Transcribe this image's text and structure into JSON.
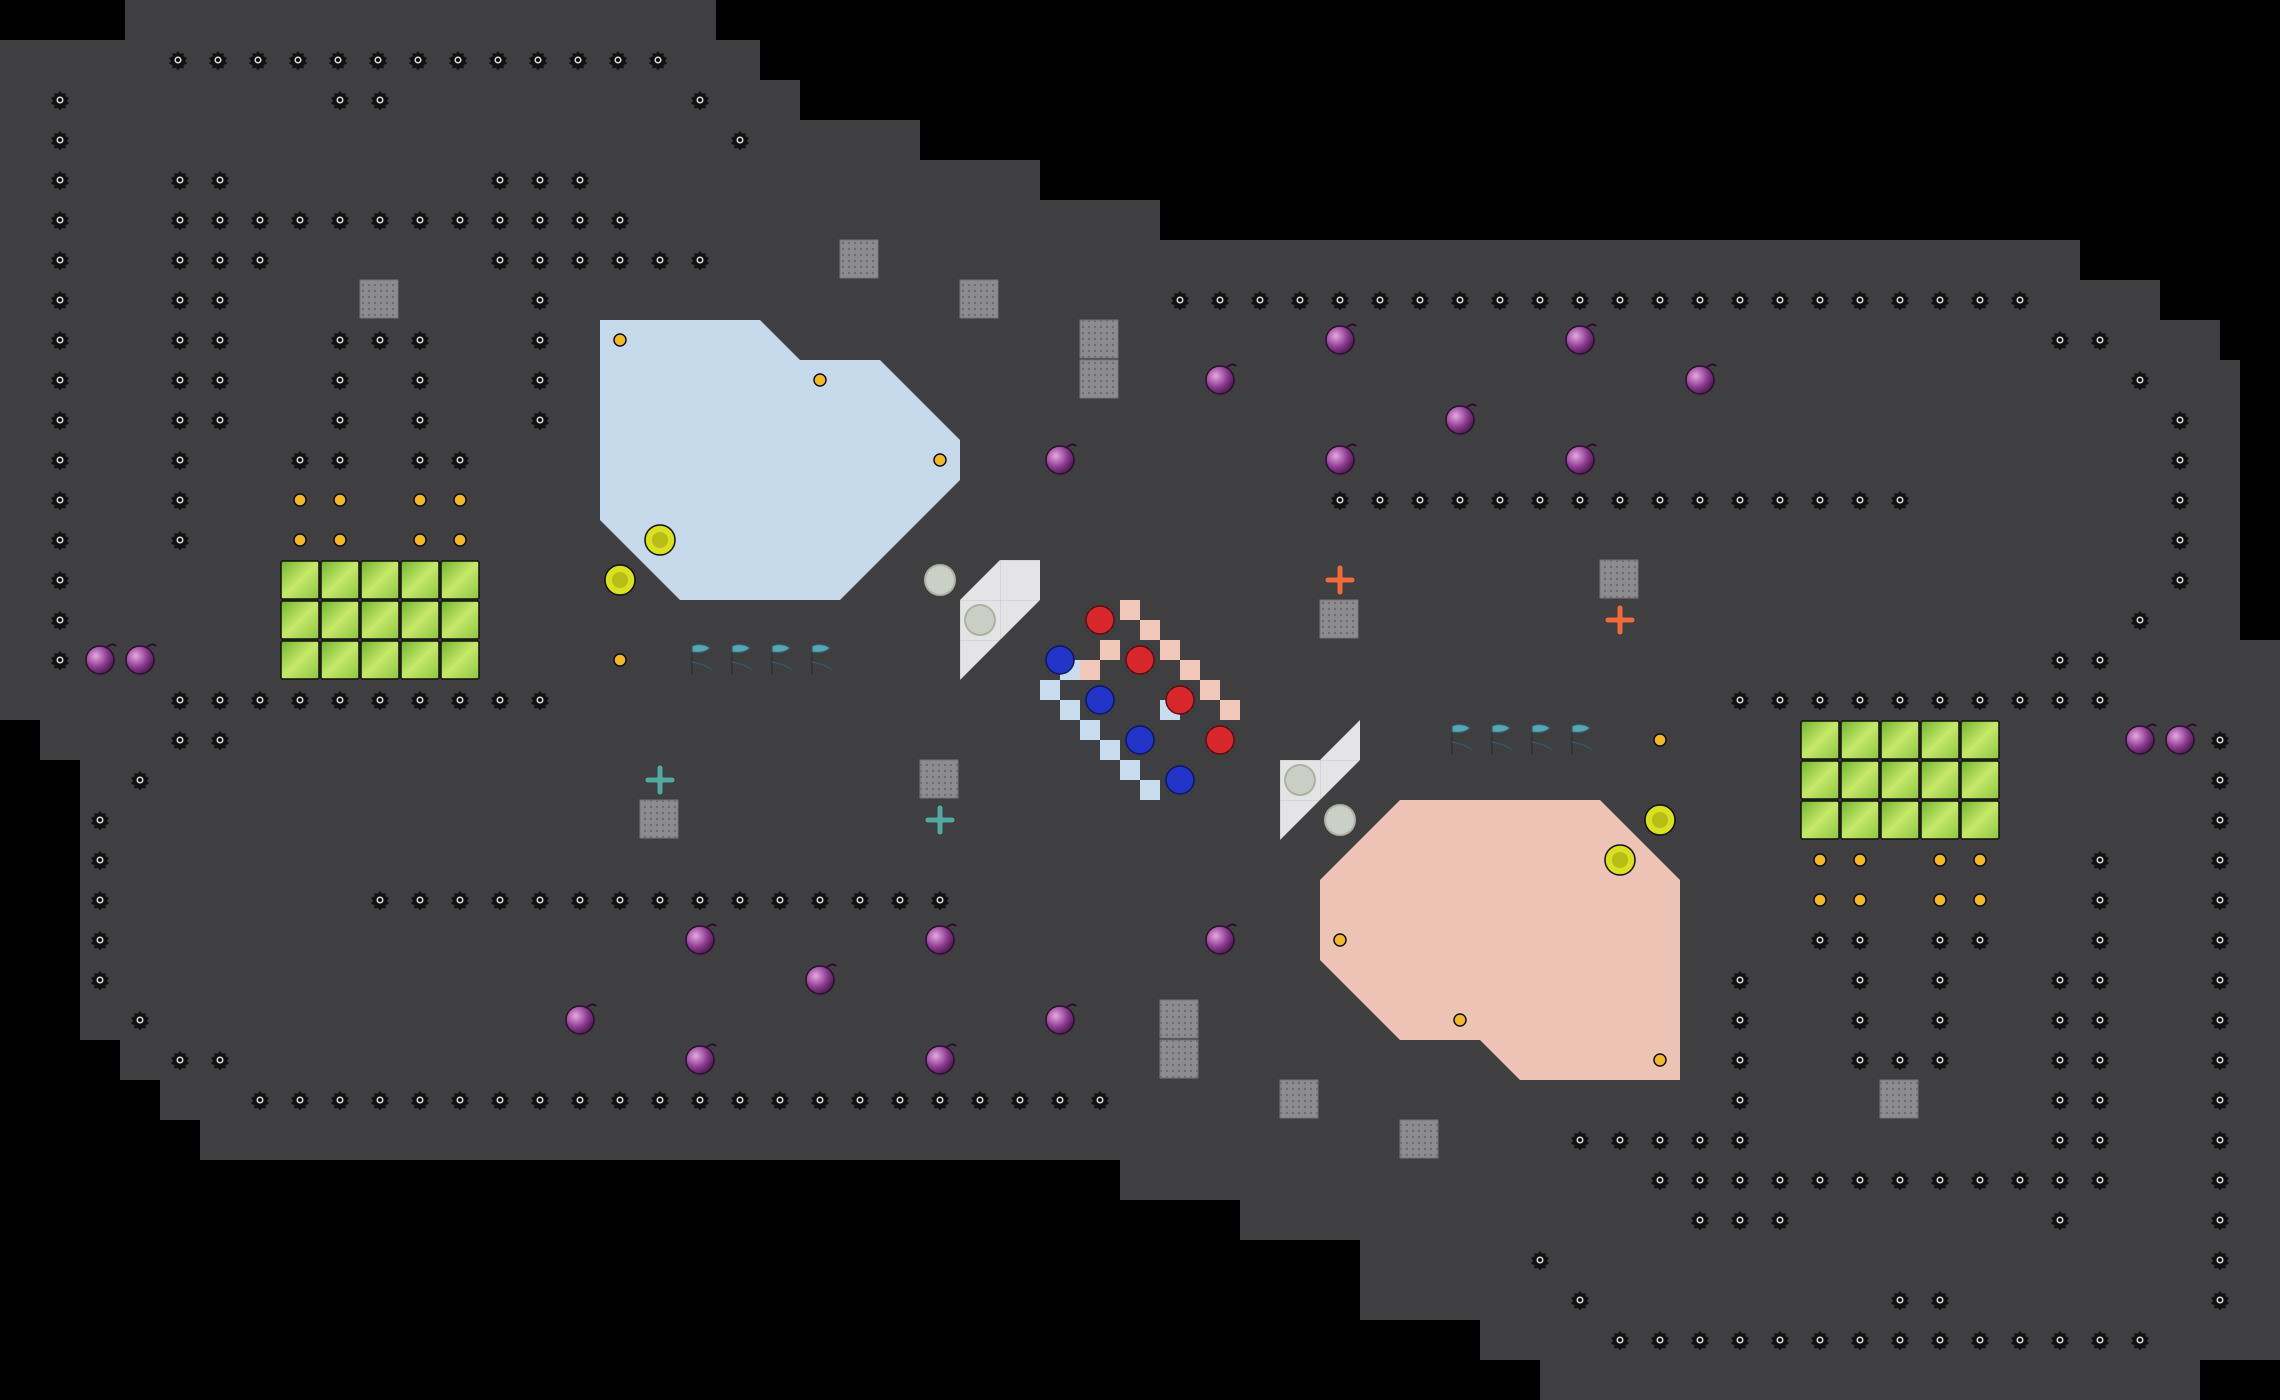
{
  "game": {
    "type": "capture-the-flag-map"
  },
  "colors": {
    "background": "#000000",
    "wall": "#3f3f42",
    "wall_edge": "#2a2a2c",
    "floor": "#e4e4e6",
    "grid": "#cfcfd2",
    "spike": "#111111",
    "bomb": "#8a3a8e",
    "boost_yellow": "#d9e021",
    "token": "#f2b92a",
    "gate": "#8dc63f",
    "blue_zone": "#c5d9ea",
    "red_zone": "#edc3b5",
    "red_ball": "#d7262c",
    "blue_ball": "#2335c9",
    "portal_inactive": "#c9cfc4",
    "booster_red": "#f06a3a",
    "booster_teal": "#53a8a2",
    "flag": "#5aa6b5",
    "button": "#8a8a8a"
  },
  "teams": {
    "red": {
      "balls": 4
    },
    "blue": {
      "balls": 4
    }
  },
  "icons": {
    "spike": "spike-icon",
    "bomb": "bomb-icon",
    "flag": "flag-icon",
    "boost": "boost-icon",
    "powerup": "powerup-token-icon",
    "gate": "gate-tile-icon",
    "button": "button-tile-icon",
    "team_boost": "team-boost-icon"
  }
}
